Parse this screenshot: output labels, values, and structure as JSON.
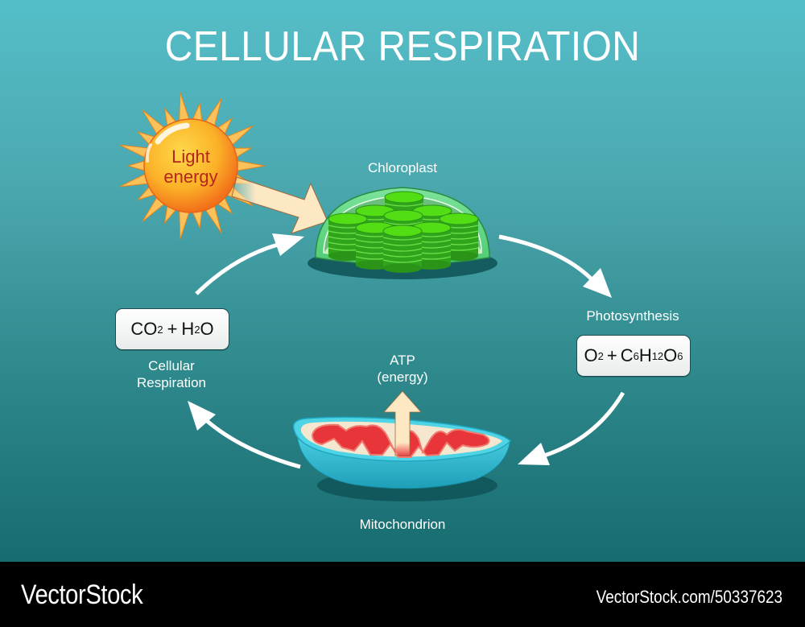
{
  "title": "CELLULAR RESPIRATION",
  "sun": {
    "label_line1": "Light",
    "label_line2": "energy",
    "icon": "sun-icon"
  },
  "chloroplast": {
    "label": "Chloroplast",
    "icon": "chloroplast-icon"
  },
  "photosynthesis": {
    "label": "Photosynthesis",
    "formula": {
      "a": "O",
      "a_sub": "2",
      "plus": "+",
      "b": "C",
      "b_sub": "6",
      "c": "H",
      "c_sub": "12",
      "d": "O",
      "d_sub": "6"
    }
  },
  "mitochondrion": {
    "label": "Mitochondrion",
    "icon": "mitochondrion-icon"
  },
  "atp": {
    "line1": "ATP",
    "line2": "(energy)"
  },
  "cellular_respiration": {
    "label_line1": "Cellular",
    "label_line2": "Respiration",
    "formula": {
      "a": "CO",
      "a_sub": "2",
      "plus": "+",
      "b": "H",
      "b_sub": "2",
      "c": "O"
    }
  },
  "colors": {
    "sun": "#f7a21b",
    "sun_text": "#b5261e",
    "chloroplast": "#6fdc8a",
    "granum": "#3fcf1a",
    "mito_shell": "#35bfd6",
    "cristae": "#e8353a",
    "arrow": "#ffffff",
    "energy_arrow": "#fde8c4"
  },
  "footer": {
    "brand": "VectorStock",
    "stock_id": "VectorStock.com/50337623"
  }
}
